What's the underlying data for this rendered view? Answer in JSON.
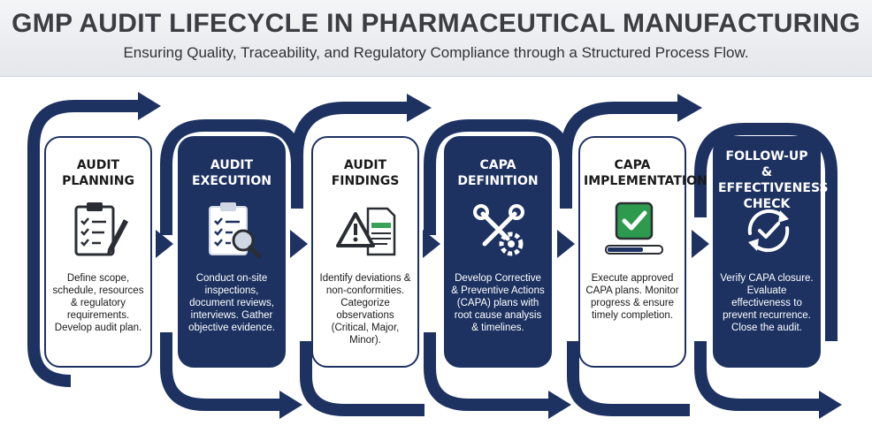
{
  "header": {
    "title": "GMP AUDIT LIFECYCLE IN PHARMACEUTICAL MANUFACTURING",
    "subtitle": "Ensuring Quality, Traceability, and Regulatory Compliance through a Structured Process Flow."
  },
  "colors": {
    "navy": "#1d3261",
    "check_green": "#2e9a4e",
    "alert_green": "#3aa257"
  },
  "stages": [
    {
      "title": "AUDIT\nPLANNING",
      "icon": "clipboard-pen-icon",
      "description": "Define scope,\nschedule, resources\n& regulatory\nrequirements.\nDevelop audit plan."
    },
    {
      "title": "AUDIT\nEXECUTION",
      "icon": "clipboard-magnifier-icon",
      "description": "Conduct on-site\ninspections,\ndocument reviews,\ninterviews. Gather\nobjective evidence."
    },
    {
      "title": "AUDIT\nFINDINGS",
      "icon": "warning-document-icon",
      "description": "Identify deviations &\nnon-conformities.\nCategorize\nobservations\n(Critical, Major,\nMinor)."
    },
    {
      "title": "CAPA\nDEFINITION",
      "icon": "wrench-gear-icon",
      "description": "Develop Corrective\n& Preventive Actions\n(CAPA) plans with\nroot cause analysis\n& timelines."
    },
    {
      "title": "CAPA\nIMPLEMENTATION",
      "icon": "checkbox-progress-icon",
      "description": "Execute approved\nCAPA plans. Monitor\nprogress & ensure\ntimely completion."
    },
    {
      "title": "FOLLOW-UP &\nEFFECTIVENESS\nCHECK",
      "icon": "refresh-check-icon",
      "description": "Verify CAPA closure.\nEvaluate\neffectiveness to\nprevent recurrence.\nClose the audit."
    }
  ]
}
